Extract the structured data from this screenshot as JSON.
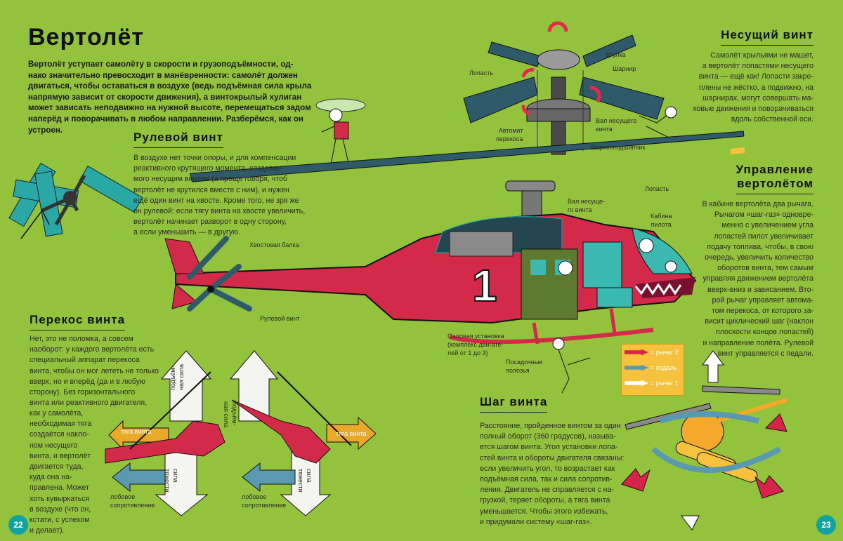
{
  "page": {
    "title": "Вертолёт",
    "intro": "Вертолёт уступает самолёту в скорости и грузоподъёмности, од-\nнако значительно превосходит в манёвренности: самолёт должен\nдвигаться, чтобы оставаться в воздухе (ведь подъёмная сила крыла\nнапрямую зависит от скорости движения), а винтокрылый хулиган\nможет зависать неподвижно на нужной высоте, перемещаться задом\nнаперёд и поворачивать в любом направлении. Разберёмся, как он\nустроен.",
    "page_left": "22",
    "page_right": "23"
  },
  "sections": {
    "tail_rotor": {
      "heading": "Рулевой винт",
      "body": "В воздухе нет точки опоры, и для компенсации\nреактивного крутящего момента, создавае-\nмого несущим винтом (а проще говоря, чтоб\nвертолёт не крутился вместе с ним), и нужен\nещё один винт на хвосте. Кроме того, не зря же\nон рулевой: если тягу винта на хвосте увеличить,\nвертолёт начинает разворот в одну сторону,\nа если уменьшить — в другую."
    },
    "main_rotor": {
      "heading": "Несущий винт",
      "body": "Самолёт крыльями не машет,\nа вертолёт лопастями несущего\nвинта — ещё как! Лопасти закре-\nплены не жёстко, а подвижно, на\nшарнирах, могут совершать ма-\nховые движения и поворачиваться\nвдоль собственной оси."
    },
    "control": {
      "heading": "Управление\nвертолётом",
      "body": "В кабине вертолёта два рычага.\nРычагом «шаг-газ» одновре-\nменно с увеличением угла\nлопастей пилот увеличивает\nподачу топлива, чтобы, в свою\nочередь, увеличить количество\nоборотов винта, тем самым\nуправляя движением вертолёта\nвверх-вниз и зависанием. Вто-\nрой рычаг управляет автома-\nтом перекоса, от которого за-\nвисит циклический шаг (наклон\nплоскости концов лопастей)\nи направление полёта. Рулевой\nвинт управляется с педали."
    },
    "swashplate": {
      "heading": "Перекос винта",
      "body_wide": "Нет, это не поломка, а совсем\nнаоборот: у каждого вертолёта есть\nспециальный аппарат перекоса\nвинта, чтобы он мог лететь не только\nвверх, но и вперёд (да и в любую\nсторону). Без горизонтального\nвинта или реактивного двигателя,",
      "body_narrow": "как у самолёта,\nнеобходимая тяга\nсоздаётся накло-\nном несущего\nвинта, и вертолёт\nдвигается туда,\nкуда она на-\nправлена. Может\nхоть кувыркаться\nв воздухе (что он,\nкстати, с успехом\nи делает)."
    },
    "pitch": {
      "heading": "Шаг винта",
      "body": "Расстояние, пройденное винтом за один\nполный оборот (360 градусов), называ-\nется шагом винта. Угол установки лопа-\nстей винта и обороты двигателя связаны:\nесли увеличить угол, то возрастает как\nподъёмная сила, так и сила сопротив-\nления. Двигатель не справляется с на-\nгрузкой, теряет обороты, а тяга винта\nуменьшается. Чтобы этого избежать,\nи придумали систему «шаг-газ»."
    }
  },
  "labels": {
    "hub": "Втулка",
    "hinge": "Шарнир",
    "blade_rotor": "Лопасть",
    "rotor_shaft": "Вал несущего\nвинта",
    "swashplate": "Автомат\nперекоса",
    "bearing": "Шарикоподшипник",
    "blade_main": "Лопасть",
    "rotor_shaft_main": "Вал несуще-\nго винта",
    "cockpit": "Кабина\nпилота",
    "tail_boom": "Хвостовая балка",
    "tail_rotor": "Рулевой винт",
    "powerplant": "Силовая установка\n(комплекс двигате-\nлей от 1 до 3)",
    "skids": "Посадочные\nполозья",
    "helicopter_number": "1",
    "thrust": "тяга винта",
    "lift": "подъём-\nная сила",
    "gravity": "сила\nтяжести",
    "drag": "лобовое\nсопротивление"
  },
  "legend": [
    {
      "label": "= рычаг 2",
      "color": "#d8234a"
    },
    {
      "label": "= педаль",
      "color": "#5a9ab0"
    },
    {
      "label": "= рычаг 1",
      "color": "#ffffff"
    }
  ],
  "colors": {
    "background": "#93c23c",
    "helicopter": "#d42a4a",
    "glass": "#3bb8b0",
    "blade": "#2e5a6a",
    "accent": "#12a3a0"
  }
}
